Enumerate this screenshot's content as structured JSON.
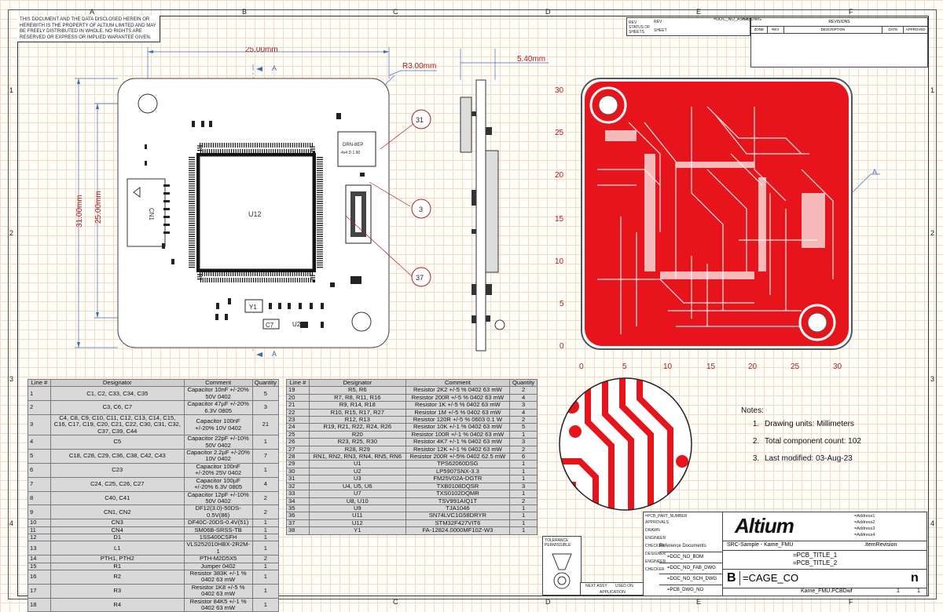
{
  "notice": "THIS DOCUMENT AND THE DATA DISCLOSED HEREIN OR HEREWITH IS THE PROPERTY OF ALTIUM LIMITED AND MAY BE FREELY DISTRIBUTED IN WHOLE. NO RIGHTS ARE RESERVED OR EXPRESS OR IMPLIED WARANTEE GIVEN.",
  "zones_cols": [
    "A",
    "B",
    "C",
    "D",
    "E",
    "F"
  ],
  "zones_rows": [
    "1",
    "2",
    "3",
    "4"
  ],
  "dims": {
    "width": "25.00mm",
    "radius": "R3.00mm",
    "height_outer": "31.00mm",
    "height_inner": "25.00mm",
    "thickness": "5.40mm",
    "section_a": "A"
  },
  "pcb": {
    "u12": "U12",
    "cn1": "CN1",
    "y1": "Y1",
    "c7": "C7",
    "u2": "U2",
    "chip_text_1": "DRN-8EP",
    "chip_text_2": "4x4 D 1.90"
  },
  "callouts": [
    "31",
    "3",
    "37"
  ],
  "grid_x": [
    "0",
    "5",
    "10",
    "15",
    "20",
    "25",
    "30"
  ],
  "grid_y": [
    "30",
    "25",
    "20",
    "15",
    "10",
    "5",
    "0"
  ],
  "bom_headers": [
    "Line #",
    "Designator",
    "Comment",
    "Quantity"
  ],
  "bom_left": [
    [
      "1",
      "C1, C2, C33, C34, C35",
      "Capacitor 10nF +/-20% 50V 0402",
      "5"
    ],
    [
      "2",
      "C3, C6, C7",
      "Capacitor 47µF +/-20% 6.3V 0805",
      "3"
    ],
    [
      "3",
      "C4, C8, C9, C10, C11, C12, C13, C14, C15, C16, C17, C19, C20, C21, C22, C30, C31, C32, C37, C39, C44",
      "Capacitor 100nF +/-20% 10V 0402",
      "21"
    ],
    [
      "4",
      "C5",
      "Capacitor 22pF +/-10% 50V 0402",
      "1"
    ],
    [
      "5",
      "C18, C28, C29, C36, C38, C42, C43",
      "Capacitor 2.2µF +/-20% 10V 0402",
      "7"
    ],
    [
      "6",
      "C23",
      "Capacitor 100nF +/-20% 25V 0402",
      "1"
    ],
    [
      "7",
      "C24, C25, C26, C27",
      "Capacitor 100µF +/-20% 6.3V 0805",
      "4"
    ],
    [
      "8",
      "C40, C41",
      "Capacitor 12pF +/-10% 50V 0402",
      "2"
    ],
    [
      "9",
      "CN1, CN2",
      "DF12(3.0)-50DS-0.5V(86)",
      "2"
    ],
    [
      "10",
      "CN3",
      "DF40C-20DS-0.4V(51)",
      "1"
    ],
    [
      "11",
      "CN4",
      "SM06B-SRSS-TB",
      "1"
    ],
    [
      "12",
      "D1",
      "1SS400CSFH",
      "1"
    ],
    [
      "13",
      "L1",
      "VLS252010HBX-2R2M-1",
      "1"
    ],
    [
      "14",
      "PTH1, PTH2",
      "PTH-M2D5X5",
      "2"
    ],
    [
      "15",
      "R1",
      "Jumper 0402",
      "1"
    ],
    [
      "16",
      "R2",
      "Resistor 383K +/-1 % 0402 63 mW",
      "1"
    ],
    [
      "17",
      "R3",
      "Resistor 1K8 +/-5 % 0402 63 mW",
      "1"
    ],
    [
      "18",
      "R4",
      "Resistor 84K5 +/-1 % 0402 63 mW",
      "1"
    ]
  ],
  "bom_right": [
    [
      "19",
      "R5, R6",
      "Resistor 2K2 +/-5 % 0402 63 mW",
      "2"
    ],
    [
      "20",
      "R7, R8, R11, R16",
      "Resistor 200R +/-5 % 0402 63 mW",
      "4"
    ],
    [
      "21",
      "R9, R14, R18",
      "Resistor 1K +/-5 % 0402 63 mW",
      "3"
    ],
    [
      "22",
      "R10, R15, R17, R27",
      "Resistor 1M +/-5 % 0402 63 mW",
      "4"
    ],
    [
      "23",
      "R12, R13",
      "Resistor 120R +/-5 % 0603 0.1 W",
      "2"
    ],
    [
      "24",
      "R19, R21, R22, R24, R26",
      "Resistor 10K +/-1 % 0402 63 mW",
      "5"
    ],
    [
      "25",
      "R20",
      "Resistor 100R +/-1 % 0402 63 mW",
      "1"
    ],
    [
      "26",
      "R23, R25, R30",
      "Resistor 4K7 +/-1 % 0402 63 mW",
      "3"
    ],
    [
      "27",
      "R28, R29",
      "Resistor 12K +/-1 % 0402 63 mW",
      "2"
    ],
    [
      "28",
      "RN1, RN2, RN3, RN4, RN5, RN6",
      "Resistor 200R +/-5% 0402 62.5 mW",
      "6"
    ],
    [
      "29",
      "U1",
      "TPS62060DSG",
      "1"
    ],
    [
      "30",
      "U2",
      "LP5907SNX-3.3",
      "1"
    ],
    [
      "31",
      "U3",
      "FM25V02A-DGTR",
      "1"
    ],
    [
      "32",
      "U4, U5, U6",
      "TXB0108DQSR",
      "3"
    ],
    [
      "33",
      "U7",
      "TXS0102DQMR",
      "1"
    ],
    [
      "34",
      "U8, U10",
      "TSV991AIQ1T",
      "2"
    ],
    [
      "35",
      "U9",
      "TJA1046",
      "1"
    ],
    [
      "36",
      "U11",
      "SN74LVC1G58DRYR",
      "1"
    ],
    [
      "37",
      "U12",
      "STM32F427VIT6",
      "1"
    ],
    [
      "38",
      "Y1",
      "FA-12824.0000MF10Z-W3",
      "1"
    ]
  ],
  "notes": {
    "title": "Notes:",
    "items": [
      "Drawing units: Millimeters",
      "Total component count: 102",
      "Last modified: 03-Aug-23"
    ]
  },
  "title_block": {
    "logo": "Altium",
    "addresses": [
      "=Address1",
      "=Address2",
      "=Address3",
      "=Address4"
    ],
    "project": "SRC-Sample - Kame_FMU",
    "item_revision": ".ItemRevision",
    "title_1": "=PCB_TITLE_1",
    "title_2": "=PCB_TITLE_2",
    "size": "B",
    "cage_code": "=CAGE_CO",
    "rev": "n",
    "file_name": "Kame_FMU.PCBDwf",
    "sheet": "1",
    "of": "1",
    "bom_doc": "=DOC_NO_BOM",
    "fab_doc": "=DOC_NO_FAB_DWG",
    "sch_doc": "=DOC_NO_SCH_DWG",
    "pcb_doc": "=PCB_DWG_NO",
    "top_doc": "=DOC_NO_ASSY_DWG",
    "top_rev": "=Re",
    "rev_header": "REVISIONS",
    "rev_cols": [
      "ZONE",
      "REV",
      "DESCRIPTION",
      "DATE",
      "APPROVED"
    ],
    "rev_status": "REV STATUS OF SHEETS",
    "rev_label": "REV",
    "sheet_label": "SHEET",
    "part_number": "=PCB_PART_NUMBER",
    "approvals": [
      "APPROVALS",
      "DRAWN",
      "ENGINEER",
      "CHECKER",
      "DESIGNER",
      "ENGINEER",
      "CHECKER"
    ],
    "ref_docs": "Reference Documents",
    "tolerance": "TOLERANCE PERMISSIBLE",
    "next_assy": "NEXT ASSY",
    "used_on": "USED ON",
    "application": "APPLICATION"
  },
  "colors": {
    "copper": "#e8141c",
    "dim": "#b02020",
    "leader": "#3a6fb0"
  }
}
